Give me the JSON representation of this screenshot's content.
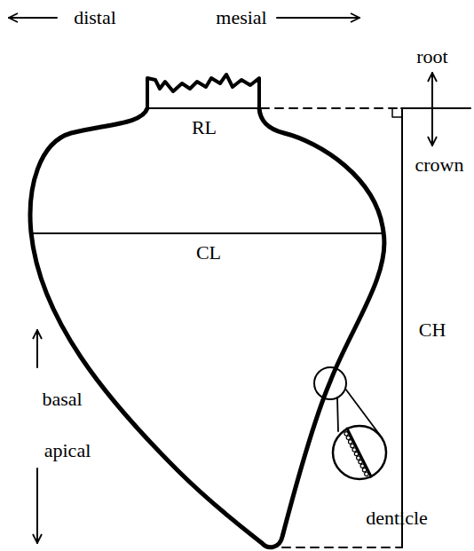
{
  "diagram": {
    "labels": [
      "distal",
      "mesial",
      "root",
      "crown",
      "RL",
      "CL",
      "CH",
      "basal",
      "apical",
      "denticle"
    ]
  }
}
